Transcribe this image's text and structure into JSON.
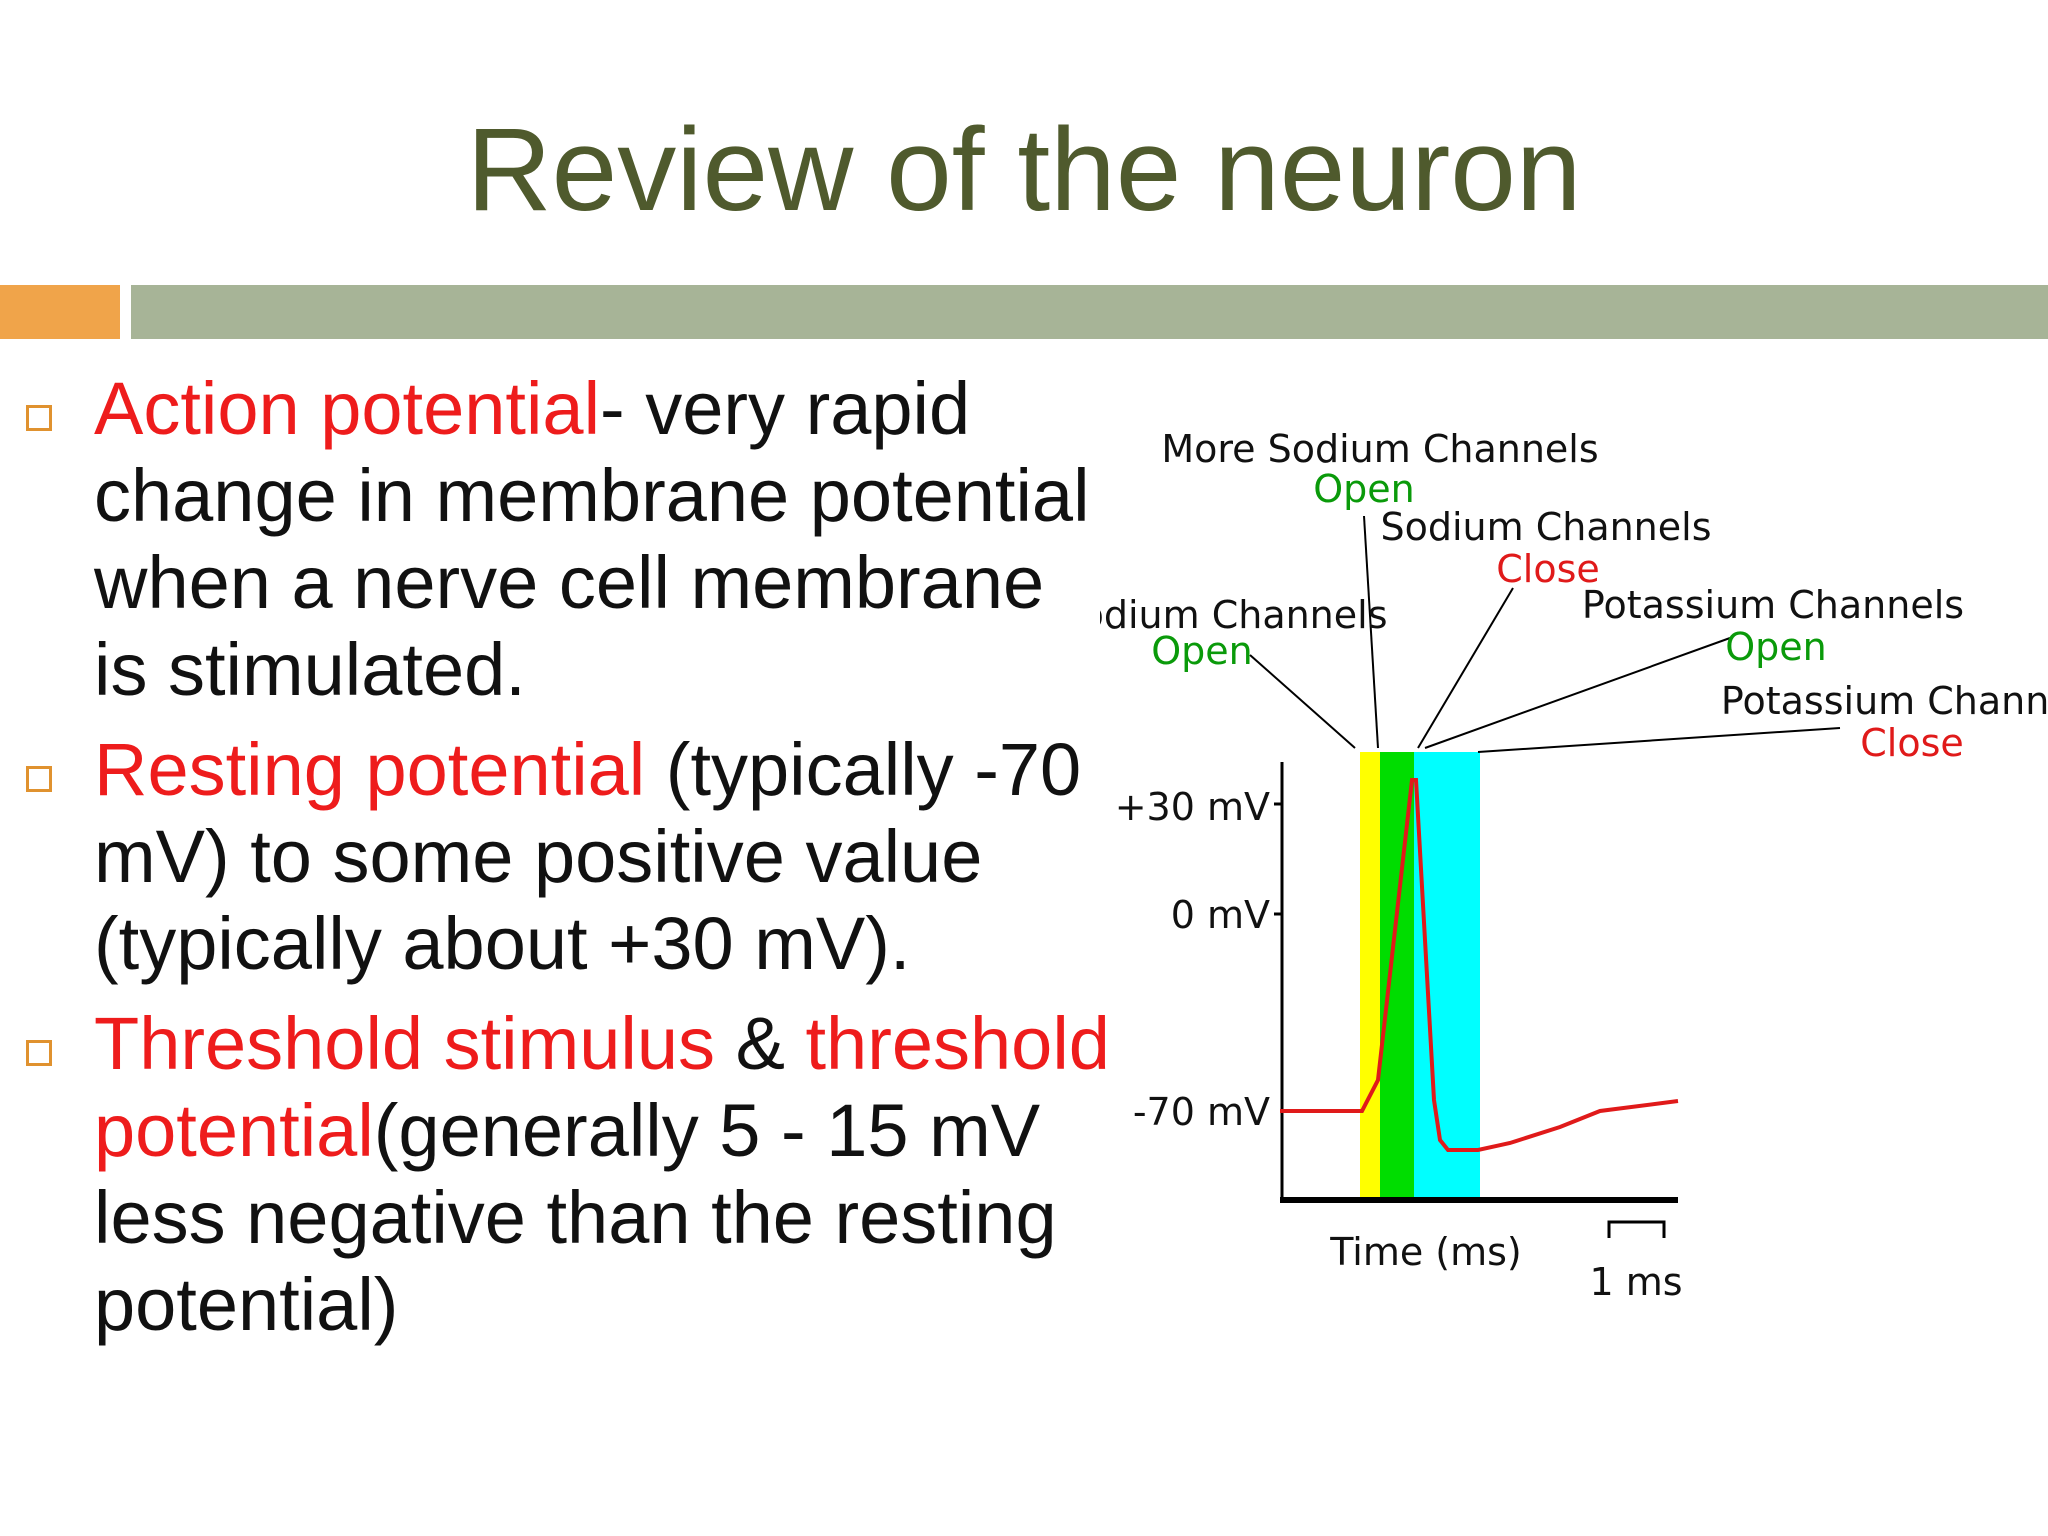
{
  "slide": {
    "title": "Review of the neuron"
  },
  "bullets": [
    {
      "term": "Action potential",
      "text": "- very rapid change in membrane potential when a nerve cell membrane is stimulated."
    },
    {
      "term": "Resting potential",
      "text": " (typically -70 mV) to some positive value (typically about +30 mV)."
    },
    {
      "term": "Threshold stimulus",
      "text_mid": " & ",
      "term2": "threshold potential",
      "text": "(generally 5 - 15 mV less negative than the resting potential)"
    }
  ],
  "diagram": {
    "labels": {
      "more_sodium_title": "More Sodium Channels",
      "more_sodium_state": "Open",
      "sodium_close_title": "Sodium Channels",
      "sodium_close_state": "Close",
      "sodium_open_title": "Sodium Channels",
      "sodium_open_state": "Open",
      "potassium_open_title": "Potassium Channels",
      "potassium_open_state": "Open",
      "potassium_close_title": "Potassium Channels",
      "potassium_close_state": "Close"
    },
    "y_ticks": [
      "+30 mV",
      "0 mV",
      "-70 mV"
    ],
    "x_label": "Time (ms)",
    "scale_label": "1 ms",
    "colors": {
      "trace": "#e01a1a",
      "yellow_band": "#ffff00",
      "green_band": "#00dd00",
      "cyan_band": "#00ffff",
      "open": "#0a9a0a",
      "close": "#e01a1a"
    }
  }
}
